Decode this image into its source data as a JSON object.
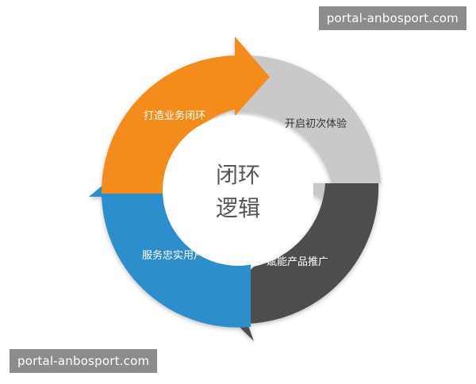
{
  "watermarks": {
    "top": "portal-anbosport.com",
    "bottom": "portal-anbosport.com"
  },
  "center": {
    "line1": "闭环",
    "line2": "逻辑"
  },
  "segments": [
    {
      "label": "打造业务闭环",
      "color": "#f28c1e"
    },
    {
      "label": "开启初次体验",
      "color": "#c9c9c9"
    },
    {
      "label": "赋能产品推广",
      "color": "#4d4d4f"
    },
    {
      "label": "服务忠实用户",
      "color": "#2f8ecb"
    }
  ]
}
